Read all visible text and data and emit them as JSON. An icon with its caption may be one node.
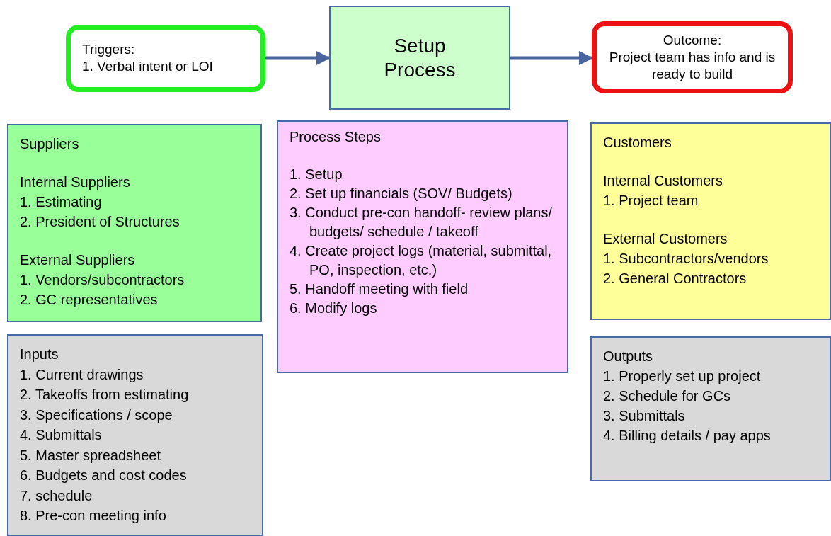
{
  "diagram": {
    "nodes": [
      {
        "text": [
          "Triggers:",
          "1. Verbal intent or LOI"
        ]
      },
      {
        "text": [
          "Setup Process"
        ]
      },
      {
        "text": [
          "Outcome:",
          "Project team has info and is ready to build"
        ]
      },
      {
        "text": [
          "Suppliers",
          "Internal Suppliers",
          "1. Estimating",
          "2. President of Structures",
          "External Suppliers",
          "1. Vendors/subcontractors",
          "2. GC representatives"
        ]
      },
      {
        "text": [
          "Process Steps",
          "1. Setup",
          "2. Set up financials (SOV/ Budgets)",
          "3. Conduct pre-con handoff- review plans/ budgets/ schedule / takeoff",
          "4. Create project logs (material, submittal, PO, inspection, etc.)",
          "5. Handoff meeting with field",
          "6. Modify logs"
        ]
      },
      {
        "text": [
          "Customers",
          "Internal Customers",
          "1. Project team",
          "External Customers",
          "1. Subcontractors/vendors",
          "2. General Contractors"
        ]
      },
      {
        "text": [
          "Inputs",
          "1. Current drawings",
          "2. Takeoffs from estimating",
          "3. Specifications / scope",
          "4. Submittals",
          "5. Master spreadsheet",
          "6. Budgets and cost codes",
          "7. schedule",
          "8. Pre-con meeting info"
        ]
      },
      {
        "text": [
          "Outputs",
          "1. Properly set up project",
          "2. Schedule for GCs",
          "3. Submittals",
          "4. Billing details / pay apps"
        ]
      }
    ],
    "edges": [
      {
        "from": 0,
        "to": 1,
        "arrow": "to"
      },
      {
        "from": 1,
        "to": 2,
        "arrow": "to"
      }
    ]
  }
}
